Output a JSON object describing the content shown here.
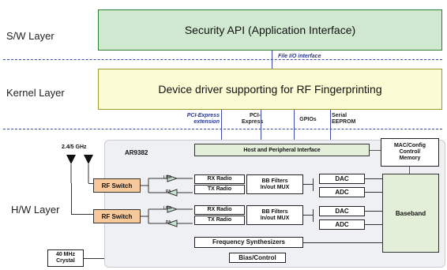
{
  "layers": {
    "sw": "S/W Layer",
    "kernel": "Kernel Layer",
    "hw": "H/W Layer"
  },
  "security_api": "Security API (Application Interface)",
  "file_io": "File I/O interface",
  "device_driver": "Device driver supporting for RF Fingerprinting",
  "interfaces": {
    "pcie_ext_1": "PCI-Express",
    "pcie_ext_2": "extension",
    "pci_1": "PCI-",
    "pci_2": "Express",
    "gpios": "GPIOs",
    "serial_1": "Serial",
    "serial_2": "EEPROM"
  },
  "chip": "AR9382",
  "antenna_label": "2.4/5 GHz",
  "host_interface": "Host and Peripheral Interface",
  "mac_config": [
    "MAC/Config",
    "Control/",
    "Memory"
  ],
  "rf_switch": "RF Switch",
  "lna": "LNA",
  "pa": "PA",
  "rx_radio": "RX Radio",
  "tx_radio": "TX Radio",
  "bb_filters": [
    "BB Filters",
    "In/out MUX"
  ],
  "dac": "DAC",
  "adc": "ADC",
  "baseband": "Baseband",
  "freq_synth": "Frequency Synthesizers",
  "bias_control": "Bias/Control",
  "crystal": [
    "40 MHz",
    "Crystal"
  ],
  "colors": {
    "security_fill": "#cfe8cf",
    "driver_fill": "#fbfbd4",
    "rf_switch_fill": "#f7c89a",
    "green_block_fill": "#e3efd9",
    "interface_text": "#2b3a8c",
    "dashed_line": "#3c4aa8"
  }
}
